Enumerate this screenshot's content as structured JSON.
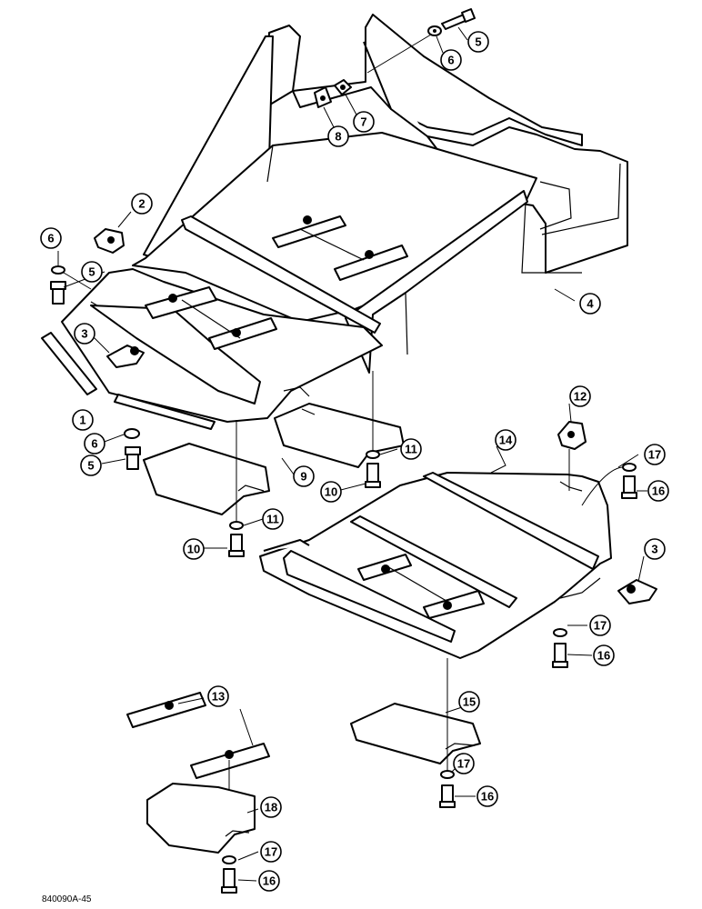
{
  "figure_code": "840090A-45",
  "callouts": [
    {
      "label": "1"
    },
    {
      "label": "2"
    },
    {
      "label": "3"
    },
    {
      "label": "3"
    },
    {
      "label": "4"
    },
    {
      "label": "5"
    },
    {
      "label": "5"
    },
    {
      "label": "5"
    },
    {
      "label": "6"
    },
    {
      "label": "6"
    },
    {
      "label": "6"
    },
    {
      "label": "7"
    },
    {
      "label": "8"
    },
    {
      "label": "9"
    },
    {
      "label": "10"
    },
    {
      "label": "10"
    },
    {
      "label": "11"
    },
    {
      "label": "11"
    },
    {
      "label": "12"
    },
    {
      "label": "13"
    },
    {
      "label": "14"
    },
    {
      "label": "15"
    },
    {
      "label": "16"
    },
    {
      "label": "16"
    },
    {
      "label": "16"
    },
    {
      "label": "16"
    },
    {
      "label": "17"
    },
    {
      "label": "17"
    },
    {
      "label": "17"
    },
    {
      "label": "17"
    },
    {
      "label": "18"
    }
  ]
}
